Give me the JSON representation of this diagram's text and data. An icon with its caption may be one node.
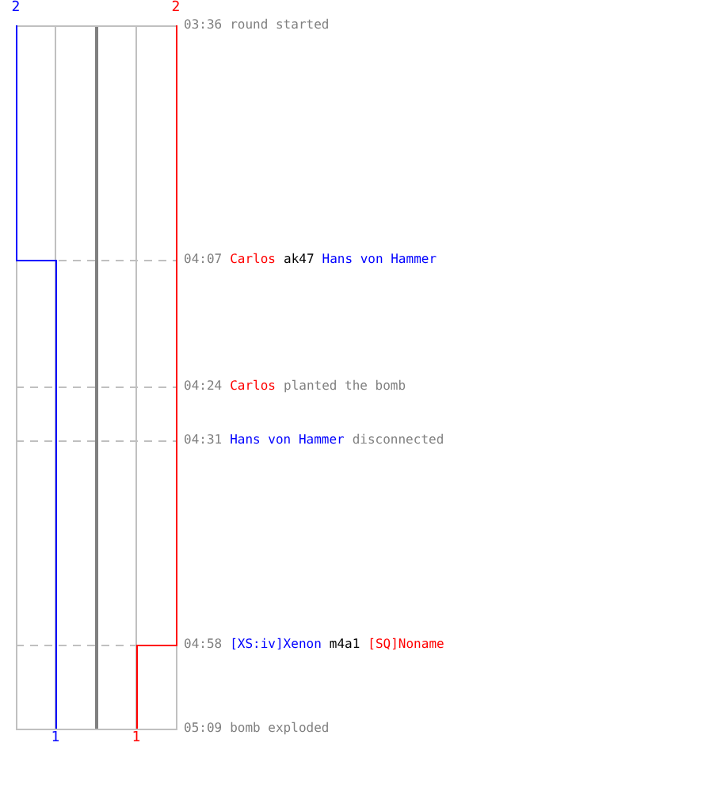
{
  "diagram": {
    "labels": [
      "2",
      "2",
      "03:36",
      "round started",
      "04:07",
      "Carlos",
      "ak47",
      "Hans von Hammer",
      "04:24",
      "Carlos",
      "planted the bomb",
      "04:31",
      "Hans von Hammer",
      "disconnected",
      "04:58",
      "[XS:iv]Xenon",
      "m4a1",
      "[SQ]Noname",
      "1",
      "1",
      "05:09",
      "bomb exploded"
    ]
  }
}
